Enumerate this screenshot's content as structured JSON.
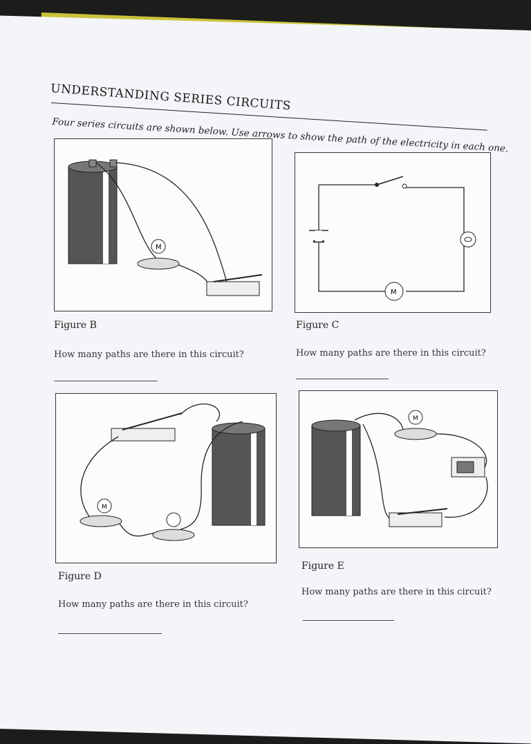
{
  "worksheet": {
    "title": "UNDERSTANDING SERIES CIRCUITS",
    "instructions": "Four series circuits are shown below. Use arrows to show the path of the electricity in each one."
  },
  "figures": [
    {
      "caption": "Figure B",
      "question": "How many paths are there in this circuit?",
      "bulb_label": "M"
    },
    {
      "caption": "Figure C",
      "question": "How many paths are there in this circuit?",
      "motor_label": "M"
    },
    {
      "caption": "Figure D",
      "question": "How many paths are there in this circuit?",
      "bulb_label": "M"
    },
    {
      "caption": "Figure E",
      "question": "How many paths are there in this circuit?",
      "bulb_label": "M"
    }
  ],
  "colors": {
    "paper": "#f3f5f8",
    "ink": "#222222",
    "tab": "#c9c23a",
    "background": "#1c1c1a"
  }
}
